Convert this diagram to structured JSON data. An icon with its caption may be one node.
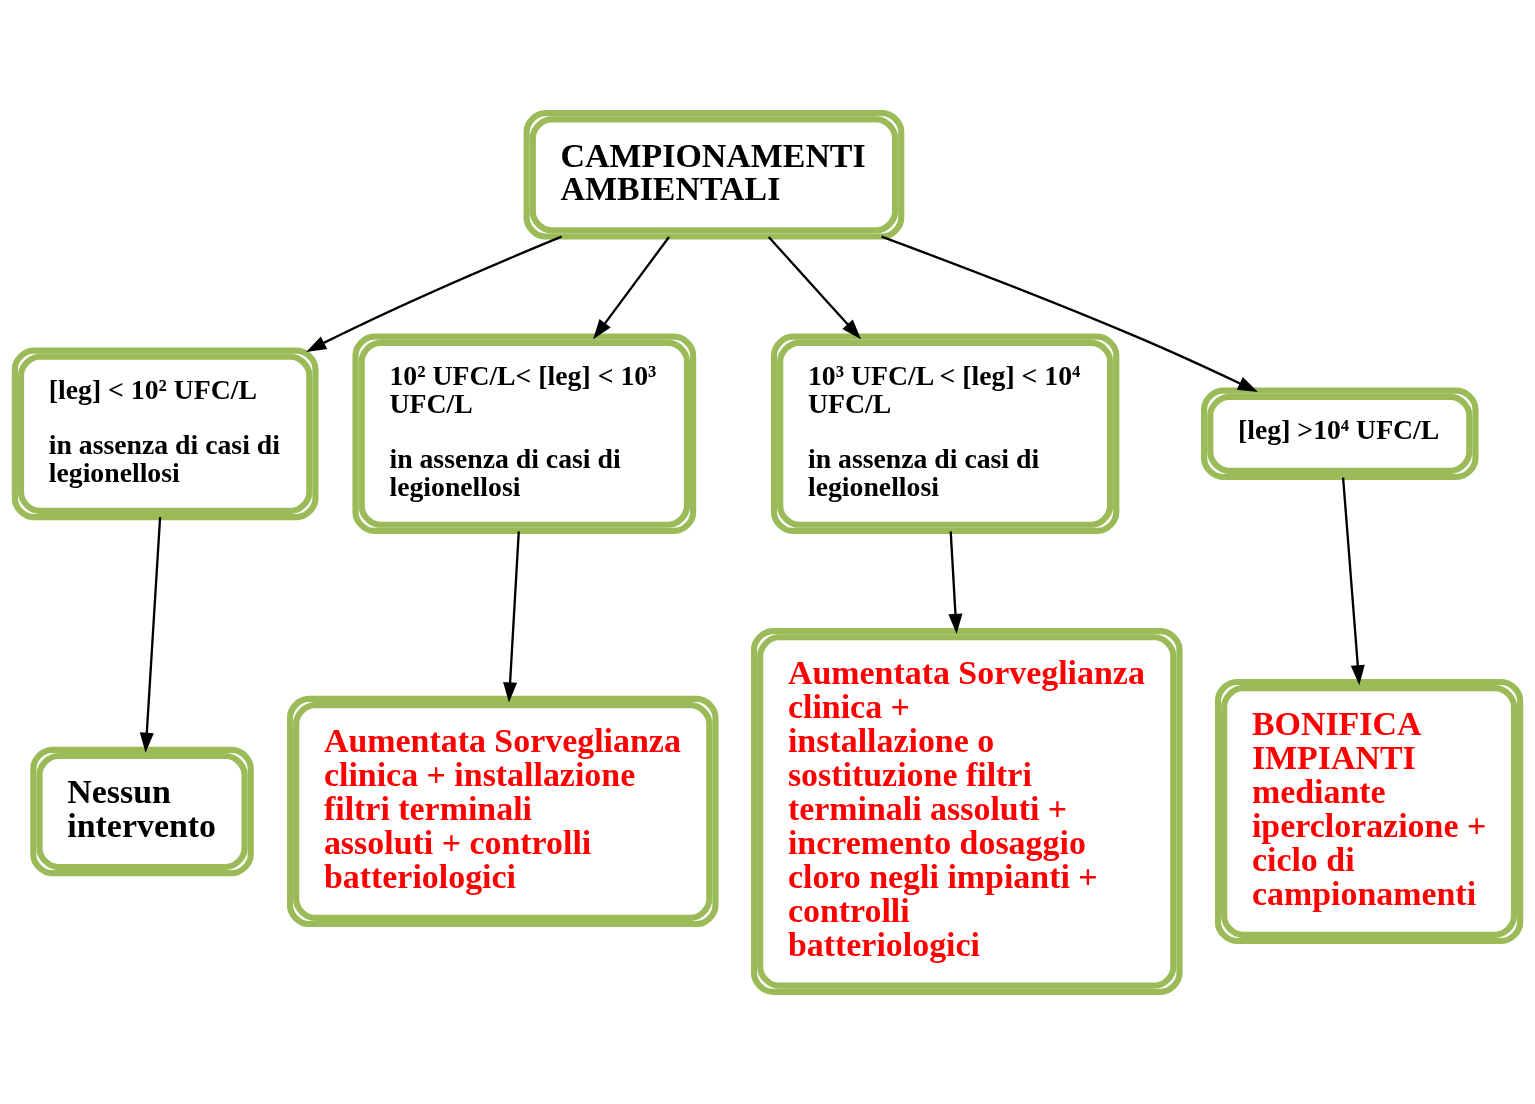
{
  "diagram": {
    "nodes": [
      {
        "text": [
          "CAMPIONAMENTI AMBIENTALI"
        ]
      },
      {
        "text": [
          "[leg] < 10² UFC/L",
          "in assenza di casi di legionellosi"
        ]
      },
      {
        "text": [
          "10² UFC/L< [leg] < 10³ UFC/L",
          "in assenza di casi di legionellosi"
        ]
      },
      {
        "text": [
          "10³ UFC/L < [leg] < 10⁴ UFC/L",
          "in assenza di casi di legionellosi"
        ]
      },
      {
        "text": [
          "[leg] >10⁴ UFC/L"
        ]
      },
      {
        "text": [
          "Nessun intervento"
        ]
      },
      {
        "text": [
          "Aumentata Sorveglianza clinica + installazione filtri terminali assoluti + controlli batteriologici"
        ]
      },
      {
        "text": [
          "Aumentata Sorveglianza clinica + installazione o sostituzione filtri terminali assoluti + incremento dosaggio cloro negli impianti + controlli batteriologici"
        ]
      },
      {
        "text": [
          "BONIFICA IMPIANTI mediante iperclorazione + ciclo di campionamenti"
        ]
      }
    ],
    "edges": [
      {
        "from": 0,
        "to": 1,
        "arrow": "to"
      },
      {
        "from": 0,
        "to": 2,
        "arrow": "to"
      },
      {
        "from": 0,
        "to": 3,
        "arrow": "to"
      },
      {
        "from": 0,
        "to": 4,
        "arrow": "to"
      },
      {
        "from": 1,
        "to": 5,
        "arrow": "to"
      },
      {
        "from": 2,
        "to": 6,
        "arrow": "to"
      },
      {
        "from": 3,
        "to": 7,
        "arrow": "to"
      },
      {
        "from": 4,
        "to": 8,
        "arrow": "to"
      }
    ]
  }
}
